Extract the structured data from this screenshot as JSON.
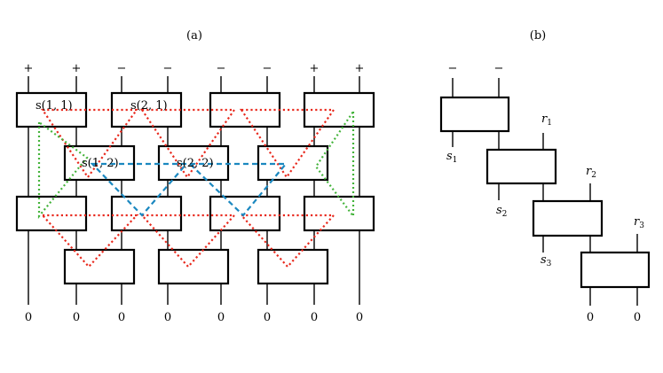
{
  "panel_a": {
    "caption": "(a)",
    "top_signs": [
      "+",
      "+",
      "−",
      "−",
      "−",
      "−",
      "+",
      "+"
    ],
    "bottom_labels": [
      "0",
      "0",
      "0",
      "0",
      "0",
      "0",
      "0",
      "0"
    ],
    "node_labels": [
      "s(1, 1)",
      "s(2, 1)",
      "s(1, 2)",
      "s(2, 2)"
    ]
  },
  "panel_b": {
    "caption": "(b)",
    "top_signs": [
      "−",
      "−"
    ],
    "s_labels": [
      "s",
      "s",
      "s"
    ],
    "s_subscripts": [
      "1",
      "2",
      "3"
    ],
    "r_labels": [
      "r",
      "r",
      "r"
    ],
    "r_subscripts": [
      "1",
      "2",
      "3"
    ],
    "bottom_labels": [
      "0",
      "0"
    ]
  },
  "colors": {
    "red_path": "#e8281c",
    "blue_path": "#1b88c0",
    "green_path": "#43b33a"
  }
}
